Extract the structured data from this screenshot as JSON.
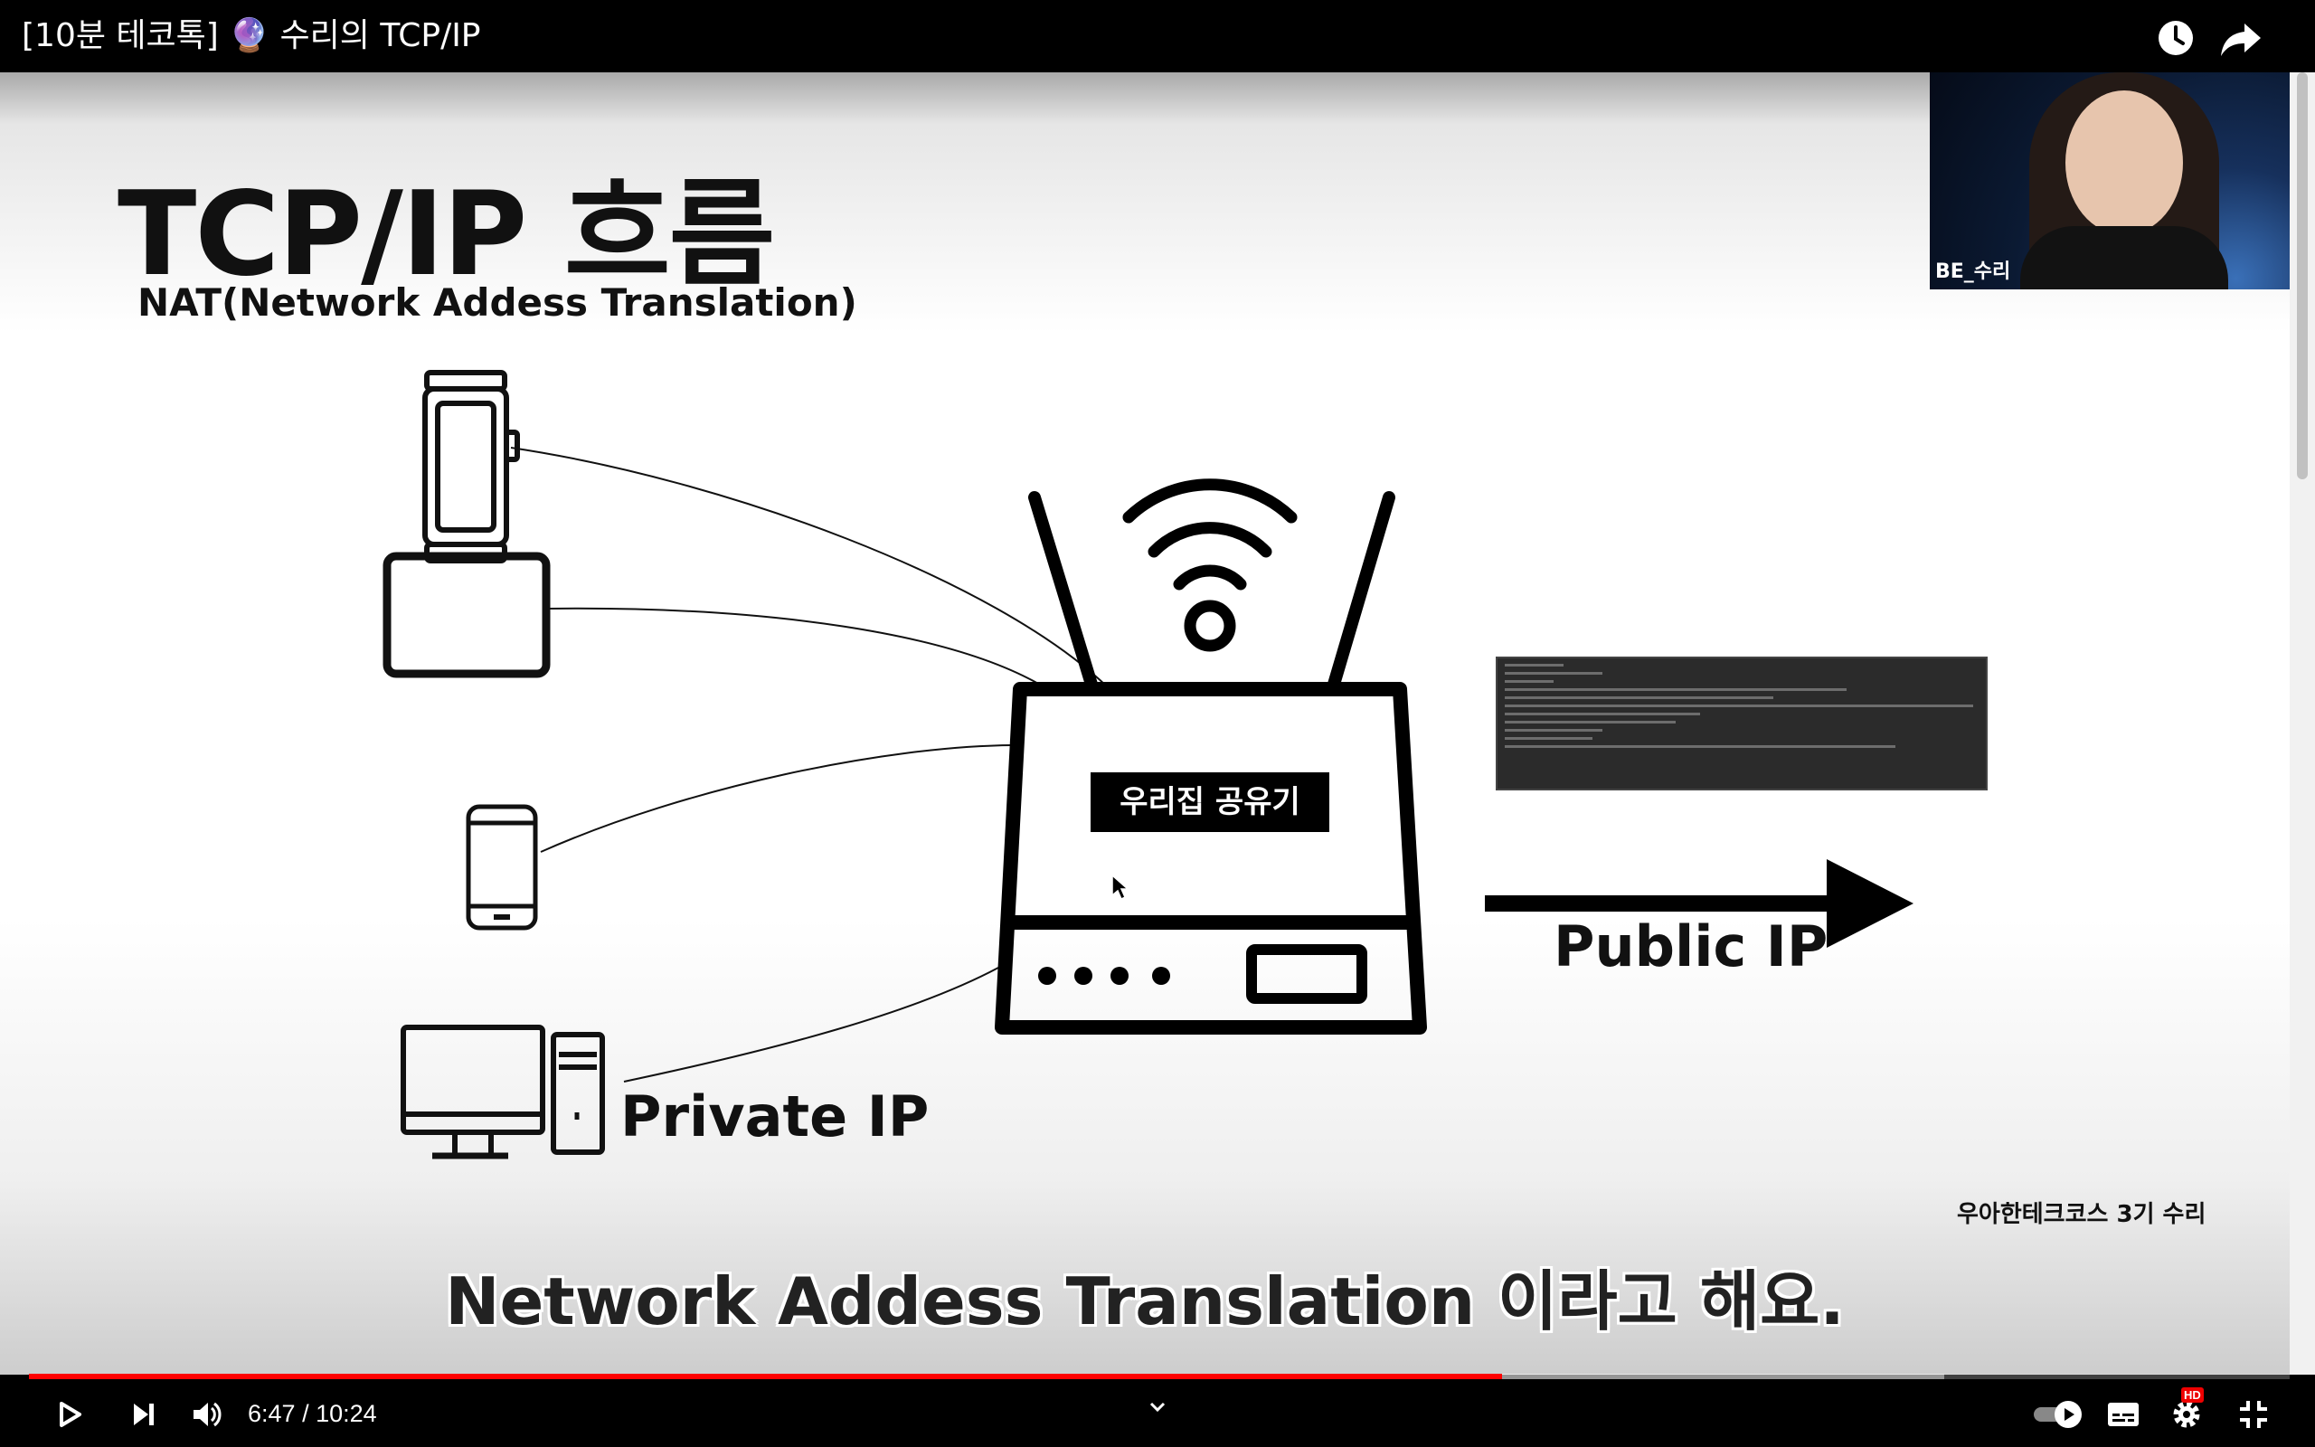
{
  "video": {
    "title": "[10분 테코톡] 🔮 수리의 TCP/IP",
    "time_current": "6:47",
    "time_separator": " / ",
    "time_total": "10:24",
    "progress_played": 0.6517,
    "progress_buffered": 0.847
  },
  "slide": {
    "title": "TCP/IP 흐름",
    "subtitle": "NAT(Network Addess Translation)",
    "router_label": "우리집 공유기",
    "private_ip_label": "Private IP",
    "public_ip_label": "Public IP",
    "credit": "우아한테크코스 3기 수리",
    "caption": "Network Addess Translation 이라고 해요."
  },
  "webcam": {
    "name": "BE_수리"
  },
  "icons": {
    "watch_later": "clock-icon",
    "share": "share-icon",
    "play": "play-icon",
    "next": "next-icon",
    "volume": "volume-icon",
    "chevron": "chevron-down-icon",
    "autoplay": "autoplay-toggle-icon",
    "subtitles": "subtitles-icon",
    "settings": "gear-icon",
    "exit_fullscreen": "exit-fullscreen-icon"
  },
  "badges": {
    "settings_quality": "HD"
  },
  "colors": {
    "progress_played": "#ff0000",
    "background": "#000000",
    "router_label_bg": "#000000"
  }
}
